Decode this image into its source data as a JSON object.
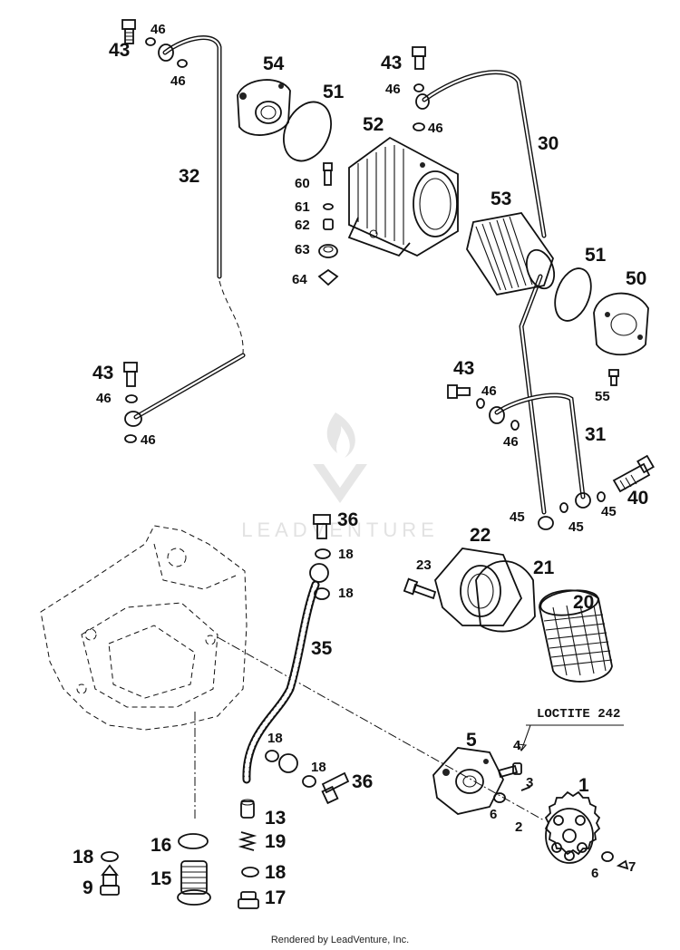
{
  "footer": {
    "text": "Rendered by LeadVenture, Inc."
  },
  "watermark": {
    "text": "LEADVENTURE"
  },
  "note": {
    "text": "LOCTITE 242"
  },
  "labels": {
    "p1": "1",
    "p2": "2",
    "p3": "3",
    "p4": "4",
    "p5": "5",
    "p6a": "6",
    "p6b": "6",
    "p7": "7",
    "p9": "9",
    "p13": "13",
    "p15": "15",
    "p16": "16",
    "p17": "17",
    "p18a": "18",
    "p18b": "18",
    "p18c": "18",
    "p18d": "18",
    "p18e": "18",
    "p18f": "18",
    "p19": "19",
    "p20": "20",
    "p21": "21",
    "p22": "22",
    "p23": "23",
    "p30": "30",
    "p31": "31",
    "p32": "32",
    "p35": "35",
    "p36a": "36",
    "p36b": "36",
    "p40": "40",
    "p43a": "43",
    "p43b": "43",
    "p43c": "43",
    "p43d": "43",
    "p45a": "45",
    "p45b": "45",
    "p45c": "45",
    "p46a": "46",
    "p46b": "46",
    "p46c": "46",
    "p46d": "46",
    "p46e": "46",
    "p46f": "46",
    "p46g": "46",
    "p46h": "46",
    "p50": "50",
    "p51a": "51",
    "p51b": "51",
    "p52": "52",
    "p53": "53",
    "p54": "54",
    "p55": "55",
    "p60": "60",
    "p61": "61",
    "p62": "62",
    "p63": "63",
    "p64": "64"
  }
}
